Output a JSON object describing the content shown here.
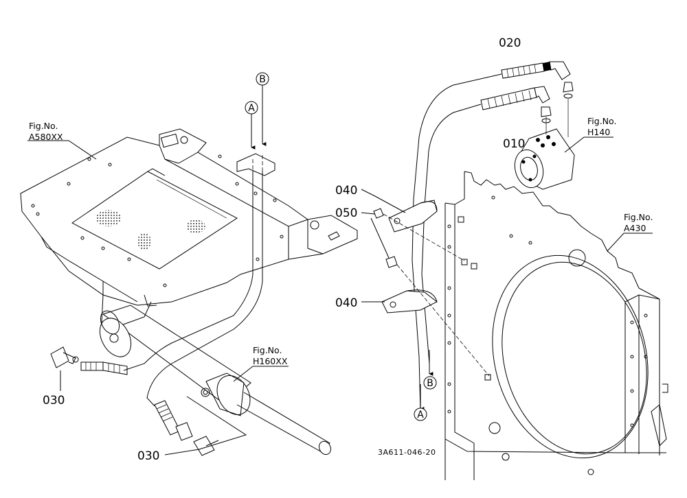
{
  "parts": {
    "p020": "020",
    "p010": "010",
    "p040a": "040",
    "p050": "050",
    "p040b": "040",
    "p030a": "030",
    "p030b": "030"
  },
  "refs": {
    "a580": {
      "prefix": "Fig.No.",
      "code": "A580XX"
    },
    "h140": {
      "prefix": "Fig.No.",
      "code": "H140"
    },
    "a430": {
      "prefix": "Fig.No.",
      "code": "A430"
    },
    "h160": {
      "prefix": "Fig.No.",
      "code": "H160XX"
    }
  },
  "markers": {
    "a_top": "A",
    "b_top": "B",
    "a_bottom": "A",
    "b_bottom": "B"
  },
  "drawing_code": "3A611-046-20"
}
